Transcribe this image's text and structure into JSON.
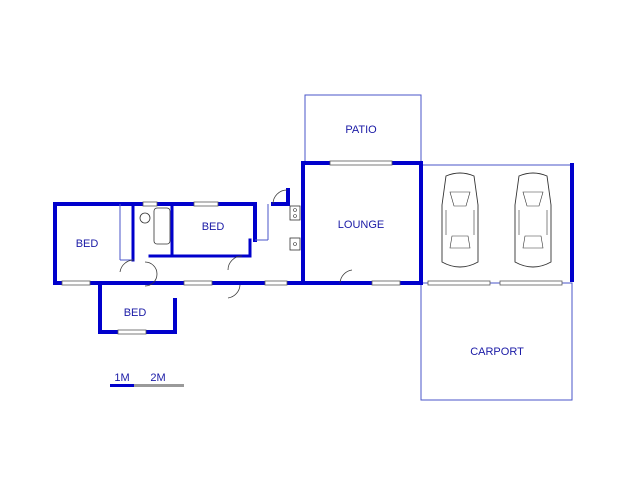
{
  "rooms": {
    "patio": "PATIO",
    "lounge": "LOUNGE",
    "bed1": "BED",
    "bed2": "BED",
    "bed3": "BED",
    "carport": "CARPORT"
  },
  "scale": {
    "mark1": "1M",
    "mark2": "2M"
  },
  "colors": {
    "walls": "#0000cc",
    "outline": "#4a55c8",
    "text": "#1a1aa6"
  }
}
